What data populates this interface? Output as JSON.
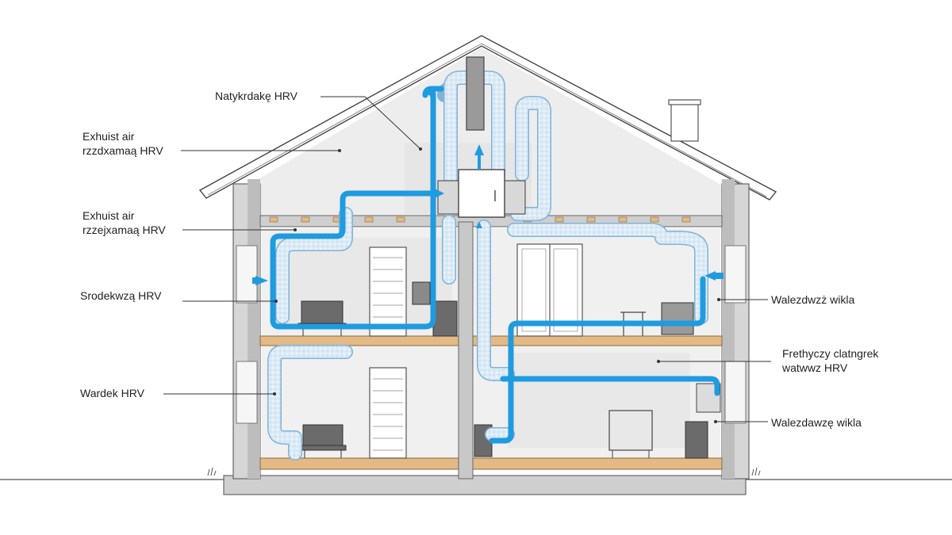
{
  "labels": {
    "top_hrv": "Natykrdakę HRV",
    "exhaust_upper": {
      "line1": "Exhuist air",
      "line2": "rzzdxamaą HRV"
    },
    "exhaust_lower": {
      "line1": "Exhuist air",
      "line2": "rzzejxamaą HRV"
    },
    "middle_left": "Srodekwzą HRV",
    "bottom_left": "Wardek HRV",
    "right_upper": "Walezdwzż wikla",
    "right_middle": {
      "line1": "Frethyczy clatngrek",
      "line2": "watwwz HRV"
    },
    "right_lower": "Walezdawzę wikla"
  },
  "colors": {
    "supply_duct": "#1f9be0",
    "exhaust_duct": "#bcdcf2",
    "wall": "#d4d4d4",
    "floor": "#e3b985",
    "interior": "#eeeeee"
  }
}
